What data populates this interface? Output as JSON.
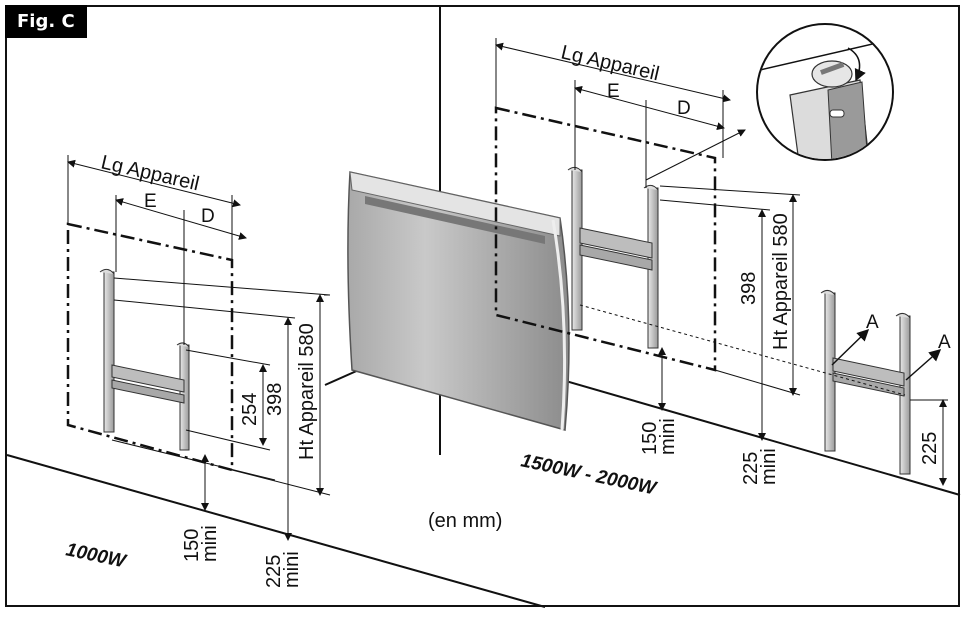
{
  "figure": {
    "label": "Fig. C",
    "unit_note": "(en mm)"
  },
  "left_install": {
    "model": "1000W",
    "lg_label": "Lg Appareil",
    "e_label": "E",
    "d_label": "D",
    "ht_label": "Ht Appareil 580",
    "dim_254": "254",
    "dim_398": "398",
    "min_150_value": "150",
    "min_150_unit": "mini",
    "min_225_value": "225",
    "min_225_unit": "mini"
  },
  "right_install": {
    "model": "1500W - 2000W",
    "lg_label": "Lg Appareil",
    "e_label": "E",
    "d_label": "D",
    "ht_label": "Ht Appareil 580",
    "dim_398": "398",
    "min_150_value": "150",
    "min_150_unit": "mini",
    "min_225_value": "225",
    "min_225_unit": "mini",
    "dim_225": "225",
    "label_a1": "A",
    "label_a2": "A"
  },
  "colors": {
    "line": "#111111",
    "radiator_light": "#d9d9d9",
    "radiator_dark": "#8f8f8f",
    "bracket": "#c8c8c8",
    "label_bg": "#000000"
  },
  "icons": [
    "radiator-illustration",
    "wall-bracket",
    "rotary-lock-detail"
  ]
}
